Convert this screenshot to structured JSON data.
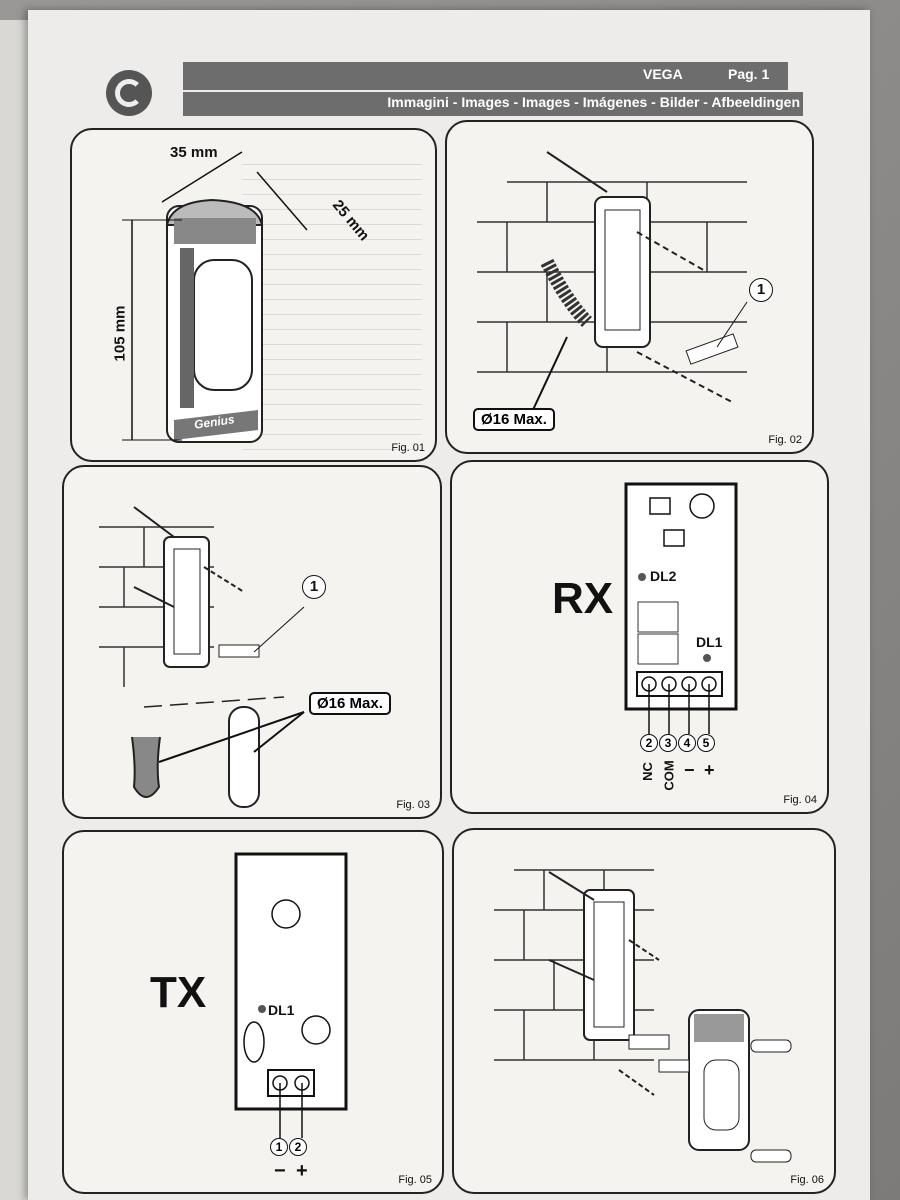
{
  "header": {
    "brand": "VEGA",
    "page": "Pag. 1",
    "subtitle": "Immagini - Images - Images - Imágenes - Bilder - Afbeeldingen"
  },
  "fig01": {
    "label": "Fig. 01",
    "width": "35 mm",
    "depth": "25 mm",
    "height": "105 mm",
    "product_logo": "Genius"
  },
  "fig02": {
    "label": "Fig. 02",
    "callout": "1",
    "max_label": "Ø16 Max."
  },
  "fig03": {
    "label": "Fig. 03",
    "callout": "1",
    "max_label": "Ø16 Max."
  },
  "fig04": {
    "label": "Fig. 04",
    "title": "RX",
    "led1": "DL1",
    "led2": "DL2",
    "terminal_numbers": [
      "2",
      "3",
      "4",
      "5"
    ],
    "terminal_labels": [
      "NC",
      "COM",
      "−",
      "+"
    ]
  },
  "fig05": {
    "label": "Fig. 05",
    "title": "TX",
    "led": "DL1",
    "terminal_numbers": [
      "1",
      "2"
    ],
    "terminal_labels": [
      "−",
      "+"
    ]
  },
  "fig06": {
    "label": "Fig. 06"
  }
}
